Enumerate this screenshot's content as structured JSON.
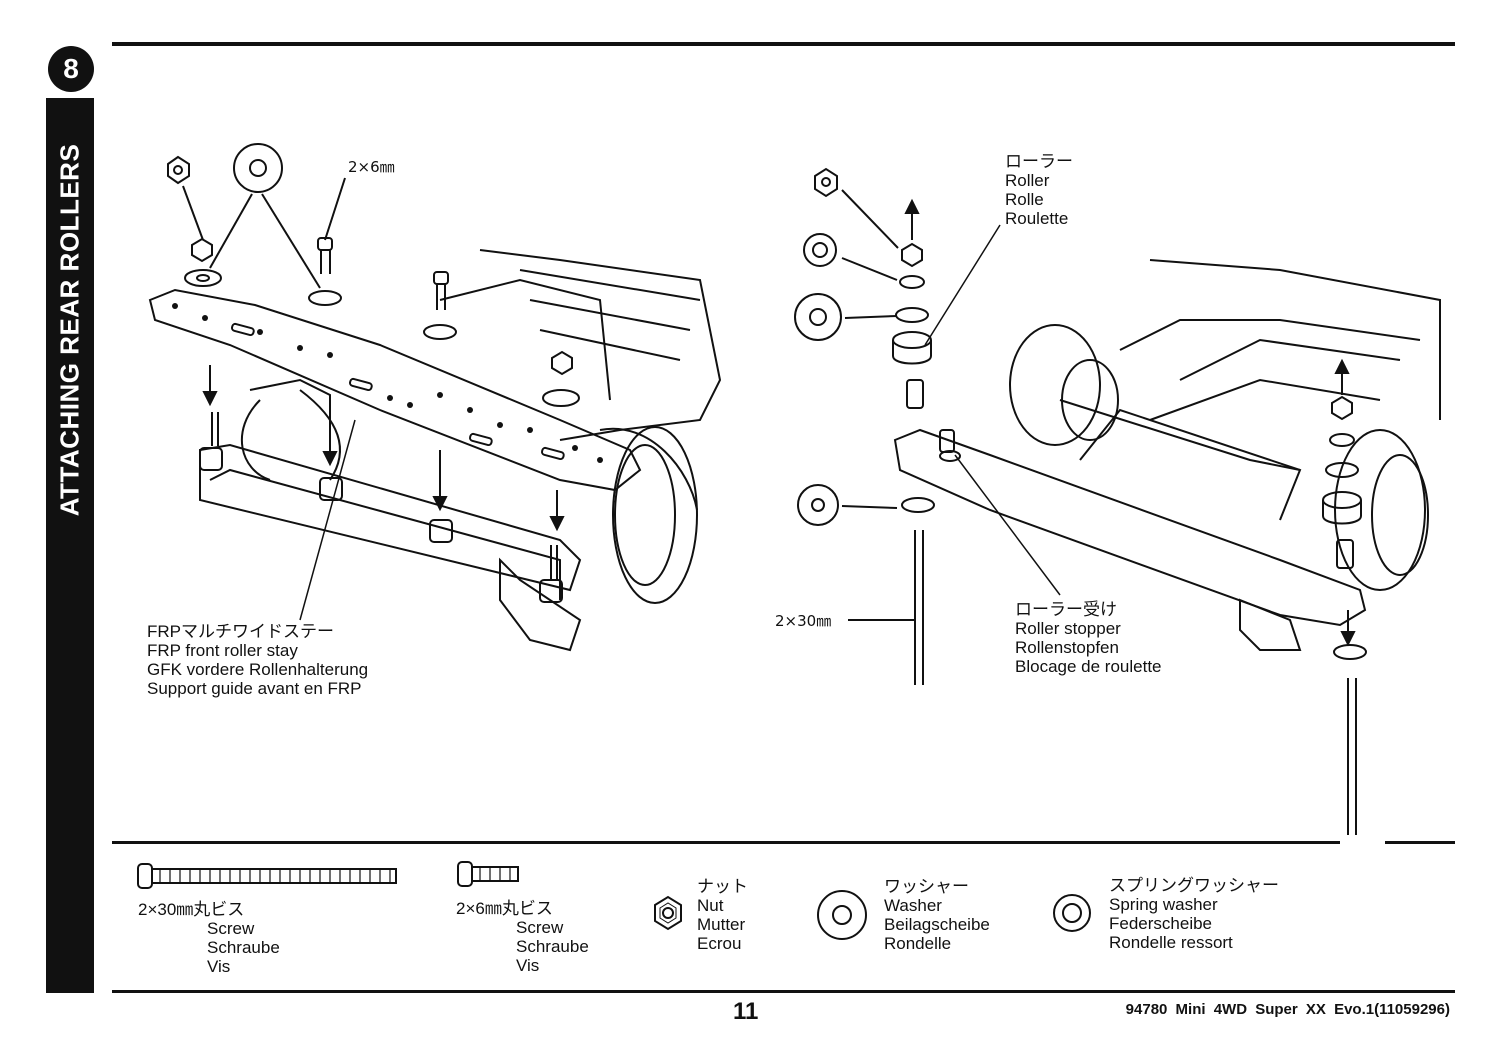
{
  "step": {
    "number": "8",
    "title": "ATTACHING REAR ROLLERS"
  },
  "left_view": {
    "dim_screw": "2×6㎜",
    "stay_label": [
      "FRPマルチワイドステー",
      "FRP front roller stay",
      "GFK vordere Rollenhalterung",
      "Support guide avant en FRP"
    ]
  },
  "right_view": {
    "roller_label": [
      "ローラー",
      "Roller",
      "Rolle",
      "Roulette"
    ],
    "dim_long_screw": "2×30㎜",
    "stopper_label": [
      "ローラー受け",
      "Roller stopper",
      "Rollenstopfen",
      "Blocage de roulette"
    ]
  },
  "parts_legend": [
    {
      "name": [
        "2×30㎜丸ビス",
        "Screw",
        "Schraube",
        "Vis"
      ],
      "icon": "long-screw-icon"
    },
    {
      "name": [
        "2×6㎜丸ビス",
        "Screw",
        "Schraube",
        "Vis"
      ],
      "icon": "short-screw-icon"
    },
    {
      "name": [
        "ナット",
        "Nut",
        "Mutter",
        "Ecrou"
      ],
      "icon": "nut-icon"
    },
    {
      "name": [
        "ワッシャー",
        "Washer",
        "Beilagscheibe",
        "Rondelle"
      ],
      "icon": "washer-icon"
    },
    {
      "name": [
        "スプリングワッシャー",
        "Spring washer",
        "Federscheibe",
        "Rondelle ressort"
      ],
      "icon": "spring-washer-icon"
    }
  ],
  "page_number": "11",
  "footer_text": "94780 Mini 4WD Super XX Evo.1(11059296)"
}
